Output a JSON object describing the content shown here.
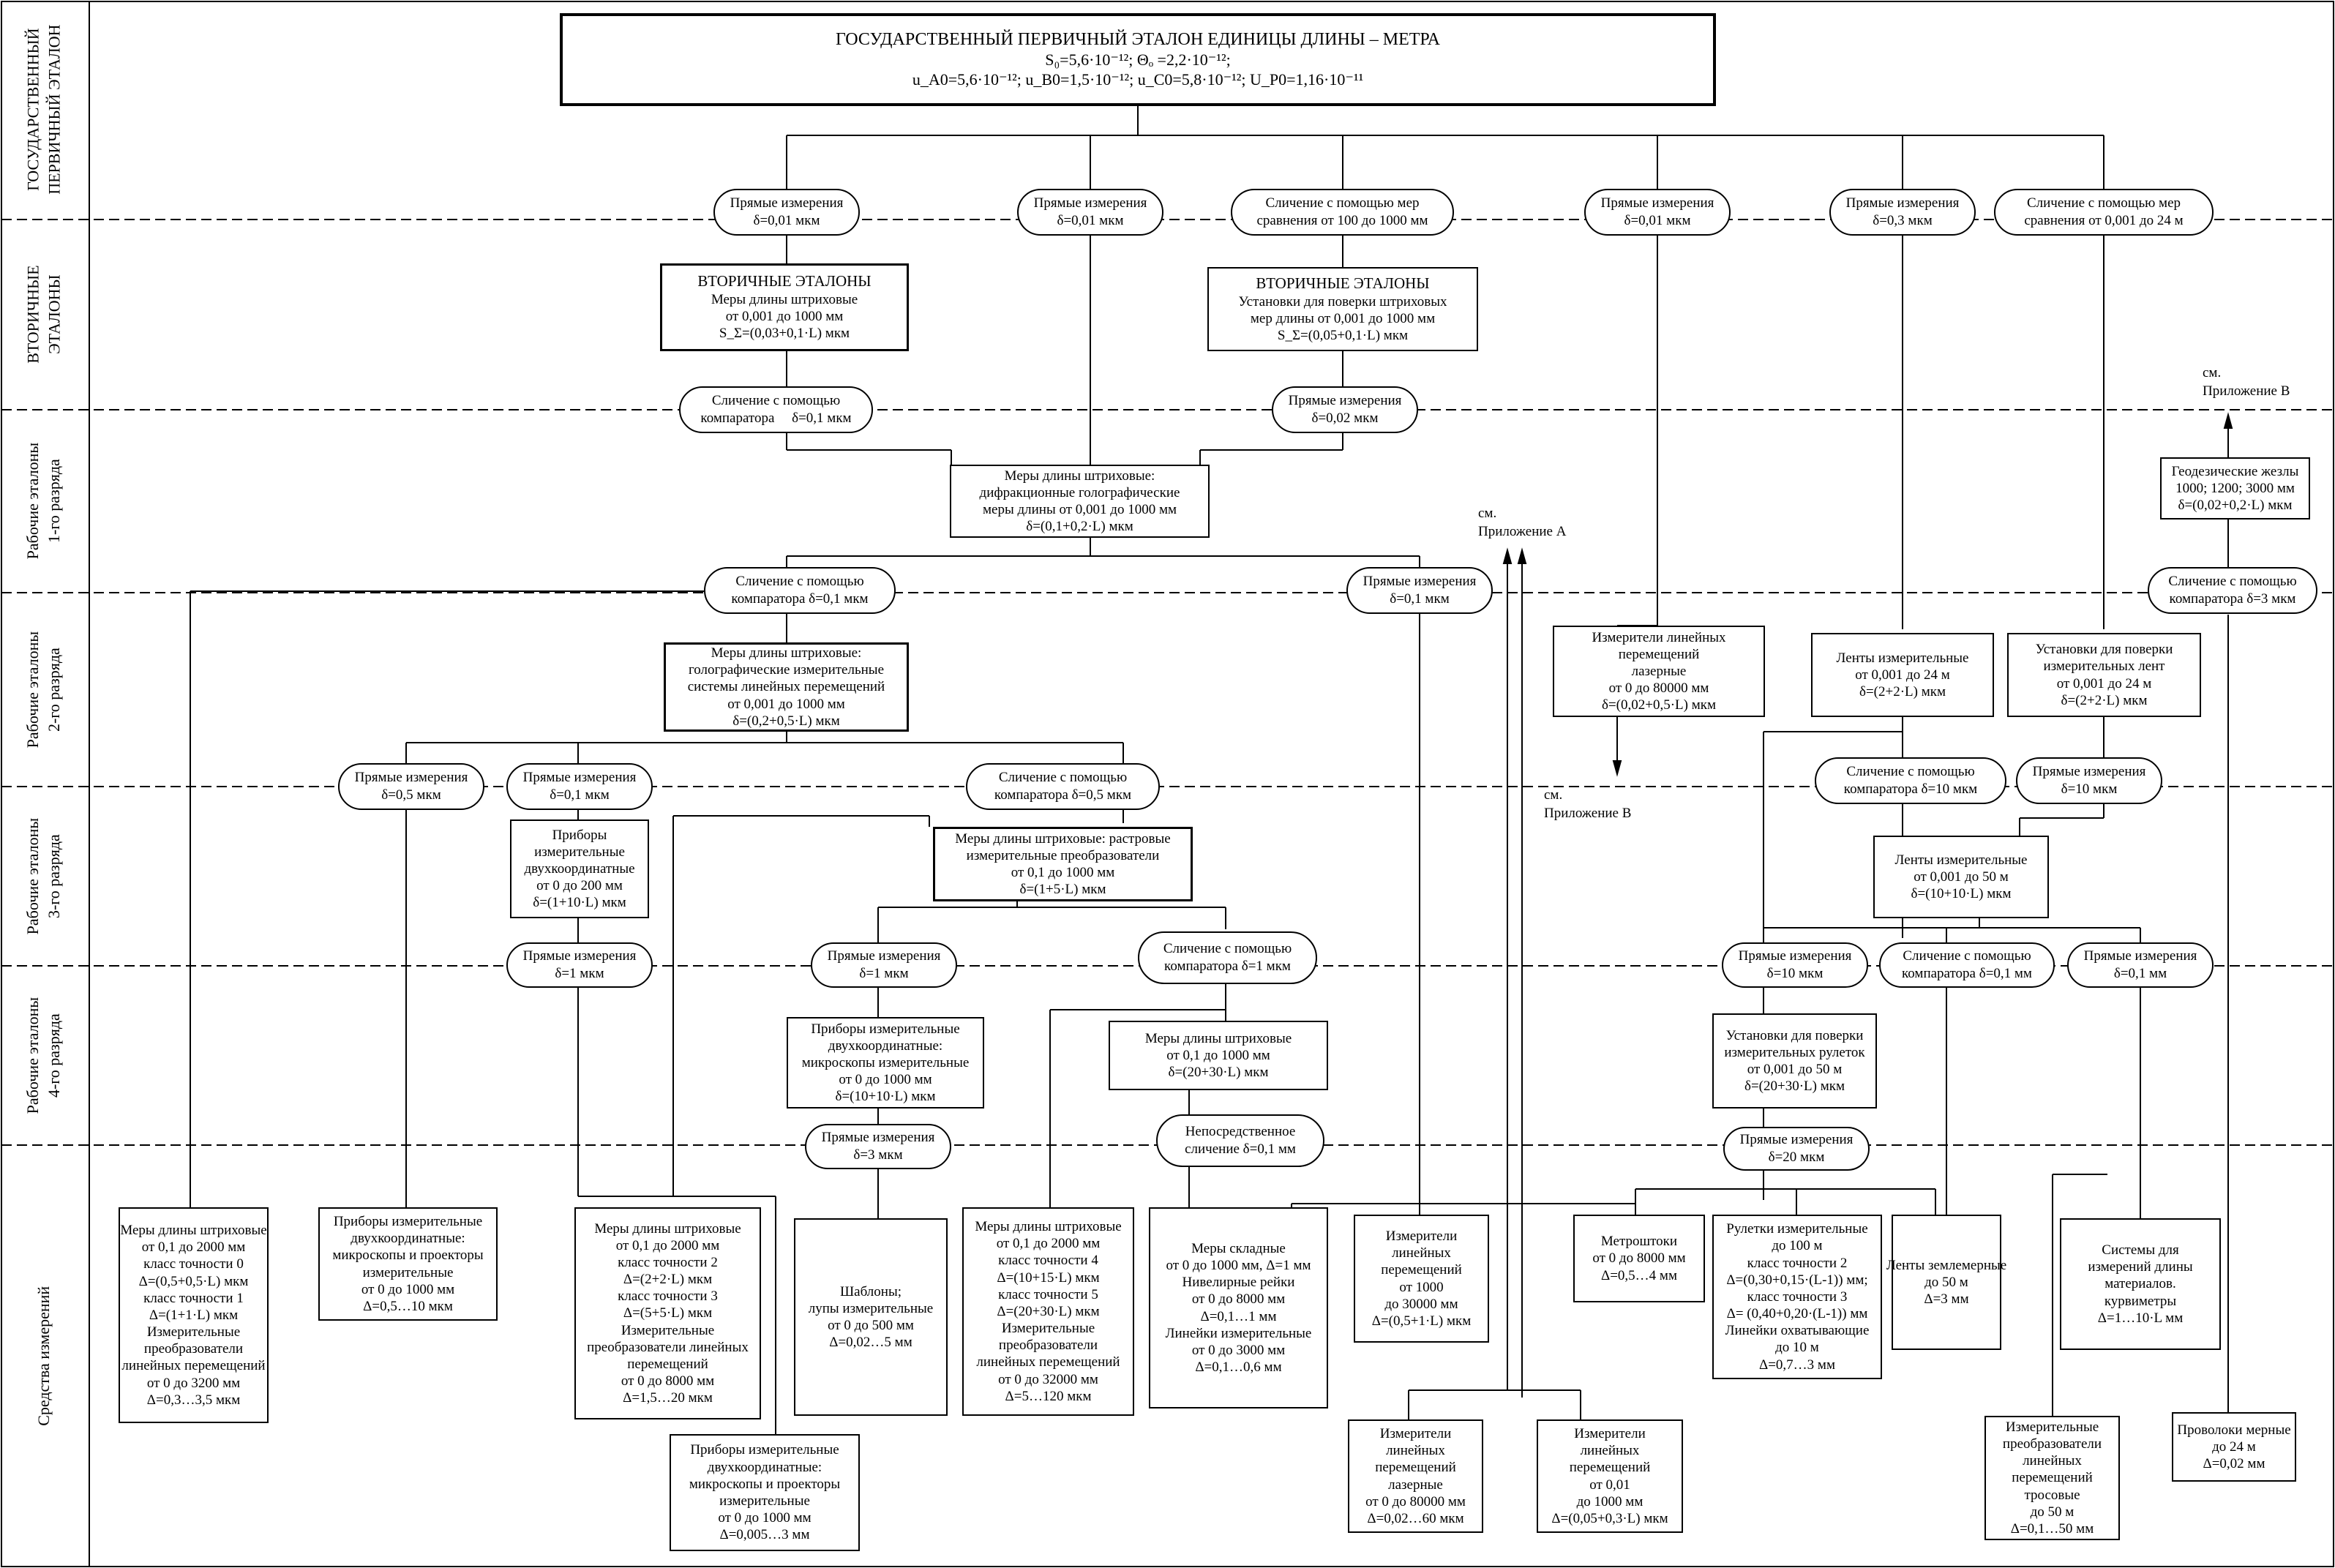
{
  "levels": [
    {
      "lines": [
        "ГОСУДАРСТВЕННЫЙ",
        "ПЕРВИЧНЫЙ ЭТАЛОН"
      ]
    },
    {
      "lines": [
        "ВТОРИЧНЫЕ",
        "ЭТАЛОНЫ"
      ]
    },
    {
      "lines": [
        "Рабочие эталоны",
        "1-го разряда"
      ]
    },
    {
      "lines": [
        "Рабочие эталоны",
        "2-го разряда"
      ]
    },
    {
      "lines": [
        "Рабочие эталоны",
        "3-го разряда"
      ]
    },
    {
      "lines": [
        "Рабочие эталоны",
        "4-го разряда"
      ]
    },
    {
      "lines": [
        "Средства измерений"
      ]
    }
  ],
  "primary": {
    "title": "ГОСУДАРСТВЕННЫЙ ПЕРВИЧНЫЙ ЭТАЛОН ЕДИНИЦЫ ДЛИНЫ – МЕТРА",
    "line1": "S₀=5,6·10⁻¹²; Θₒ =2,2·10⁻¹²;",
    "line2": "u_A0=5,6·10⁻¹²; u_B0=1,5·10⁻¹²; u_C0=5,8·10⁻¹²; U_P0=1,16·10⁻¹¹"
  },
  "methods": {
    "m1": [
      "Прямые измерения",
      "δ=0,01 мкм"
    ],
    "m2": [
      "Прямые измерения",
      "δ=0,01 мкм"
    ],
    "m3": [
      "Сличение с помощью мер",
      "сравнения от 100 до 1000 мм"
    ],
    "m4": [
      "Прямые измерения",
      "δ=0,01 мкм"
    ],
    "m5": [
      "Прямые измерения",
      "δ=0,3 мкм"
    ],
    "m6": [
      "Сличение с помощью мер",
      "сравнения от 0,001 до 24 м"
    ],
    "m7": [
      "Сличение с помощью",
      "компаратора     δ=0,1 мкм"
    ],
    "m8": [
      "Прямые измерения",
      "δ=0,02 мкм"
    ],
    "m9": [
      "Сличение с помощью",
      "компаратора δ=0,1 мкм"
    ],
    "m10": [
      "Прямые измерения",
      "δ=0,1 мкм"
    ],
    "m11": [
      "Сличение с помощью",
      "компаратора δ=3 мкм"
    ],
    "m12": [
      "Прямые измерения",
      "δ=0,5 мкм"
    ],
    "m13": [
      "Прямые измерения",
      "δ=0,1 мкм"
    ],
    "m14": [
      "Сличение с помощью",
      "компаратора δ=0,5 мкм"
    ],
    "m15": [
      "Сличение с помощью",
      "компаратора δ=10 мкм"
    ],
    "m16": [
      "Прямые измерения",
      "δ=10 мкм"
    ],
    "m17": [
      "Прямые измерения",
      "δ=1 мкм"
    ],
    "m18": [
      "Прямые измерения",
      "δ=1 мкм"
    ],
    "m19": [
      "Сличение с помощью",
      "компаратора δ=1 мкм"
    ],
    "m20": [
      "Прямые измерения",
      "δ=10 мкм"
    ],
    "m21": [
      "Сличение с помощью",
      "компаратора δ=0,1 мм"
    ],
    "m22": [
      "Прямые измерения",
      "δ=0,1 мм"
    ],
    "m23": [
      "Прямые измерения",
      "δ=3 мкм"
    ],
    "m24": [
      "Непосредственное",
      "сличение δ=0,1 мм"
    ],
    "m25": [
      "Прямые измерения",
      "δ=20 мкм"
    ]
  },
  "boxes": {
    "sec1": [
      "ВТОРИЧНЫЕ ЭТАЛОНЫ",
      "Меры длины штриховые",
      "от 0,001 до 1000 мм",
      "S_Σ=(0,03+0,1·L) мкм"
    ],
    "sec2": [
      "ВТОРИЧНЫЕ ЭТАЛОНЫ",
      "Установки для поверки штриховых",
      "мер длины от 0,001 до 1000 мм",
      "S_Σ=(0,05+0,1·L) мкм"
    ],
    "r1": [
      "Меры длины штриховые:",
      "дифракционные голографические",
      "меры длины от 0,001 до 1000 мм",
      "δ=(0,1+0,2·L) мкм"
    ],
    "geo": [
      "Геодезические жезлы",
      "1000; 1200; 3000 мм",
      "δ=(0,02+0,2·L) мкм"
    ],
    "r2a": [
      "Меры длины штриховые:",
      "голографические измерительные",
      "системы линейных перемещений",
      "от 0,001 до 1000 мм",
      "δ=(0,2+0,5·L) мкм"
    ],
    "r2b": [
      "Измерители линейных",
      "перемещений",
      "лазерные",
      "от 0 до 80000 мм",
      "δ=(0,02+0,5·L) мкм"
    ],
    "r2c": [
      "Ленты измерительные",
      "от 0,001 до 24 м",
      "δ=(2+2·L) мкм"
    ],
    "r2d": [
      "Установки  для поверки",
      "измерительных лент",
      "от 0,001 до 24 м",
      "δ=(2+2·L) мкм"
    ],
    "r3a": [
      "Приборы",
      "измерительные",
      "двухкоординатные",
      "от 0 до 200 мм",
      "δ=(1+10·L) мкм"
    ],
    "r3b": [
      "Меры длины штриховые: растровые",
      "измерительные преобразователи",
      "от 0,1 до 1000 мм",
      "δ=(1+5·L) мкм"
    ],
    "r3c": [
      "Ленты измерительные",
      "от 0,001 до 50 м",
      "δ=(10+10·L) мкм"
    ],
    "r4a": [
      "Приборы измерительные",
      "двухкоординатные:",
      "микроскопы измерительные",
      "от 0 до 1000 мм",
      "δ=(10+10·L) мкм"
    ],
    "r4b": [
      "Меры длины штриховые",
      "от 0,1 до 1000 мм",
      "δ=(20+30·L) мкм"
    ],
    "r4c": [
      "Установки  для поверки",
      "измерительных рулеток",
      "от 0,001 до 50 м",
      "δ=(20+30·L) мкм"
    ],
    "s1": [
      "Меры длины штриховые",
      "от 0,1 до 2000 мм",
      "класс точности 0",
      "Δ=(0,5+0,5·L) мкм",
      "класс точности 1",
      "Δ=(1+1·L) мкм",
      "Измерительные",
      "преобразователи",
      "линейных перемещений",
      "от 0 до 3200 мм",
      "Δ=0,3…3,5 мкм"
    ],
    "s2": [
      "Приборы измерительные",
      "двухкоординатные:",
      "микроскопы и проекторы",
      "измерительные",
      "от 0 до 1000 мм",
      "Δ=0,5…10 мкм"
    ],
    "s3": [
      "Меры длины штриховые",
      "от 0,1 до 2000 мм",
      "класс точности 2",
      "Δ=(2+2·L) мкм",
      "класс точности 3",
      "Δ=(5+5·L) мкм",
      "Измерительные",
      "преобразователи линейных",
      "перемещений",
      "от 0 до 8000 мм",
      "Δ=1,5…20 мкм"
    ],
    "s4": [
      "Шаблоны;",
      "лупы измерительные",
      "от 0 до 500 мм",
      "Δ=0,02…5 мм"
    ],
    "s5": [
      "Меры длины штриховые",
      "от 0,1 до 2000 мм",
      "класс точности 4",
      "Δ=(10+15·L) мкм",
      "класс точности 5",
      "Δ=(20+30·L) мкм",
      "Измерительные",
      "преобразователи",
      "линейных перемещений",
      "от 0 до 32000 мм",
      "Δ=5…120 мкм"
    ],
    "s6": [
      "Меры складные",
      "от 0 до 1000 мм, Δ=1 мм",
      "Нивелирные рейки",
      "от 0 до 8000 мм",
      "Δ=0,1…1 мм",
      "Линейки измерительные",
      "от 0 до 3000 мм",
      "Δ=0,1…0,6 мм"
    ],
    "s7": [
      "Измерители",
      "линейных",
      "перемещений",
      "от 1000",
      "до 30000 мм",
      "Δ=(0,5+1·L) мкм"
    ],
    "s8": [
      "Метроштоки",
      "от 0 до 8000 мм",
      "Δ=0,5…4 мм"
    ],
    "s9": [
      "Рулетки измерительные",
      "до 100 м",
      "класс точности 2",
      "Δ=(0,30+0,15·(L-1)) мм;",
      "класс точности 3",
      "Δ= (0,40+0,20·(L-1)) мм",
      "Линейки охватывающие",
      "до 10 м",
      "Δ=0,7…3 мм"
    ],
    "s10": [
      "Ленты землемерные",
      "до 50 м",
      "Δ=3 мм"
    ],
    "s11": [
      "Системы для",
      "измерений длины",
      "материалов.",
      "курвиметры",
      "Δ=1…10·L мм"
    ],
    "s12": [
      "Приборы измерительные",
      "двухкоординатные:",
      "микроскопы и проекторы",
      "измерительные",
      "от 0 до 1000 мм",
      "Δ=0,005…3 мм"
    ],
    "s13": [
      "Измерители",
      "линейных",
      "перемещений",
      "лазерные",
      "от 0 до 80000 мм",
      "Δ=0,02…60 мкм"
    ],
    "s14": [
      "Измерители",
      "линейных",
      "перемещений",
      "от 0,01",
      "до 1000 мм",
      "Δ=(0,05+0,3·L) мкм"
    ],
    "s15": [
      "Измерительные",
      "преобразователи",
      "линейных",
      "перемещений",
      "тросовые",
      "до 50 м",
      "Δ=0,1…50 мм"
    ],
    "s16": [
      "Проволоки мерные",
      "до 24 м",
      "Δ=0,02 мм"
    ]
  },
  "notes": {
    "nA": [
      "см.",
      "Приложение А"
    ],
    "nB1": [
      "см.",
      "Приложение В"
    ],
    "nB2": [
      "см.",
      "Приложение В"
    ]
  }
}
